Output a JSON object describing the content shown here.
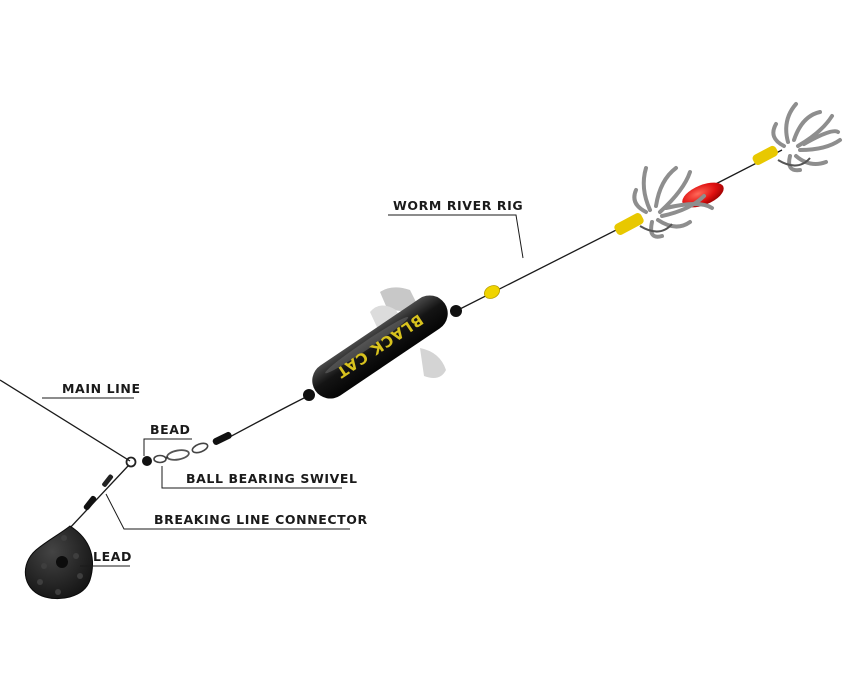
{
  "labels": {
    "worm_river_rig": "WORM RIVER RIG",
    "main_line": "MAIN LINE",
    "bead": "BEAD",
    "ball_bearing_swivel": "BALL BEARING SWIVEL",
    "breaking_line_connector": "BREAKING LINE CONNECTOR",
    "lead": "LEAD"
  },
  "float_brand": "BLACK CAT",
  "colors": {
    "line": "#1a1a1a",
    "float_body": "#141414",
    "brand_yellow": "#d8c21e",
    "bead_yellow": "#f0d400",
    "hook_sleeve": "#e8c800",
    "rattle_red": "#e01010",
    "worm_grey": "#8e8e8e",
    "lead_black": "#1e1e1e"
  },
  "icons": [
    "rattle-float",
    "lead-weight",
    "swivel",
    "worm-hook"
  ]
}
